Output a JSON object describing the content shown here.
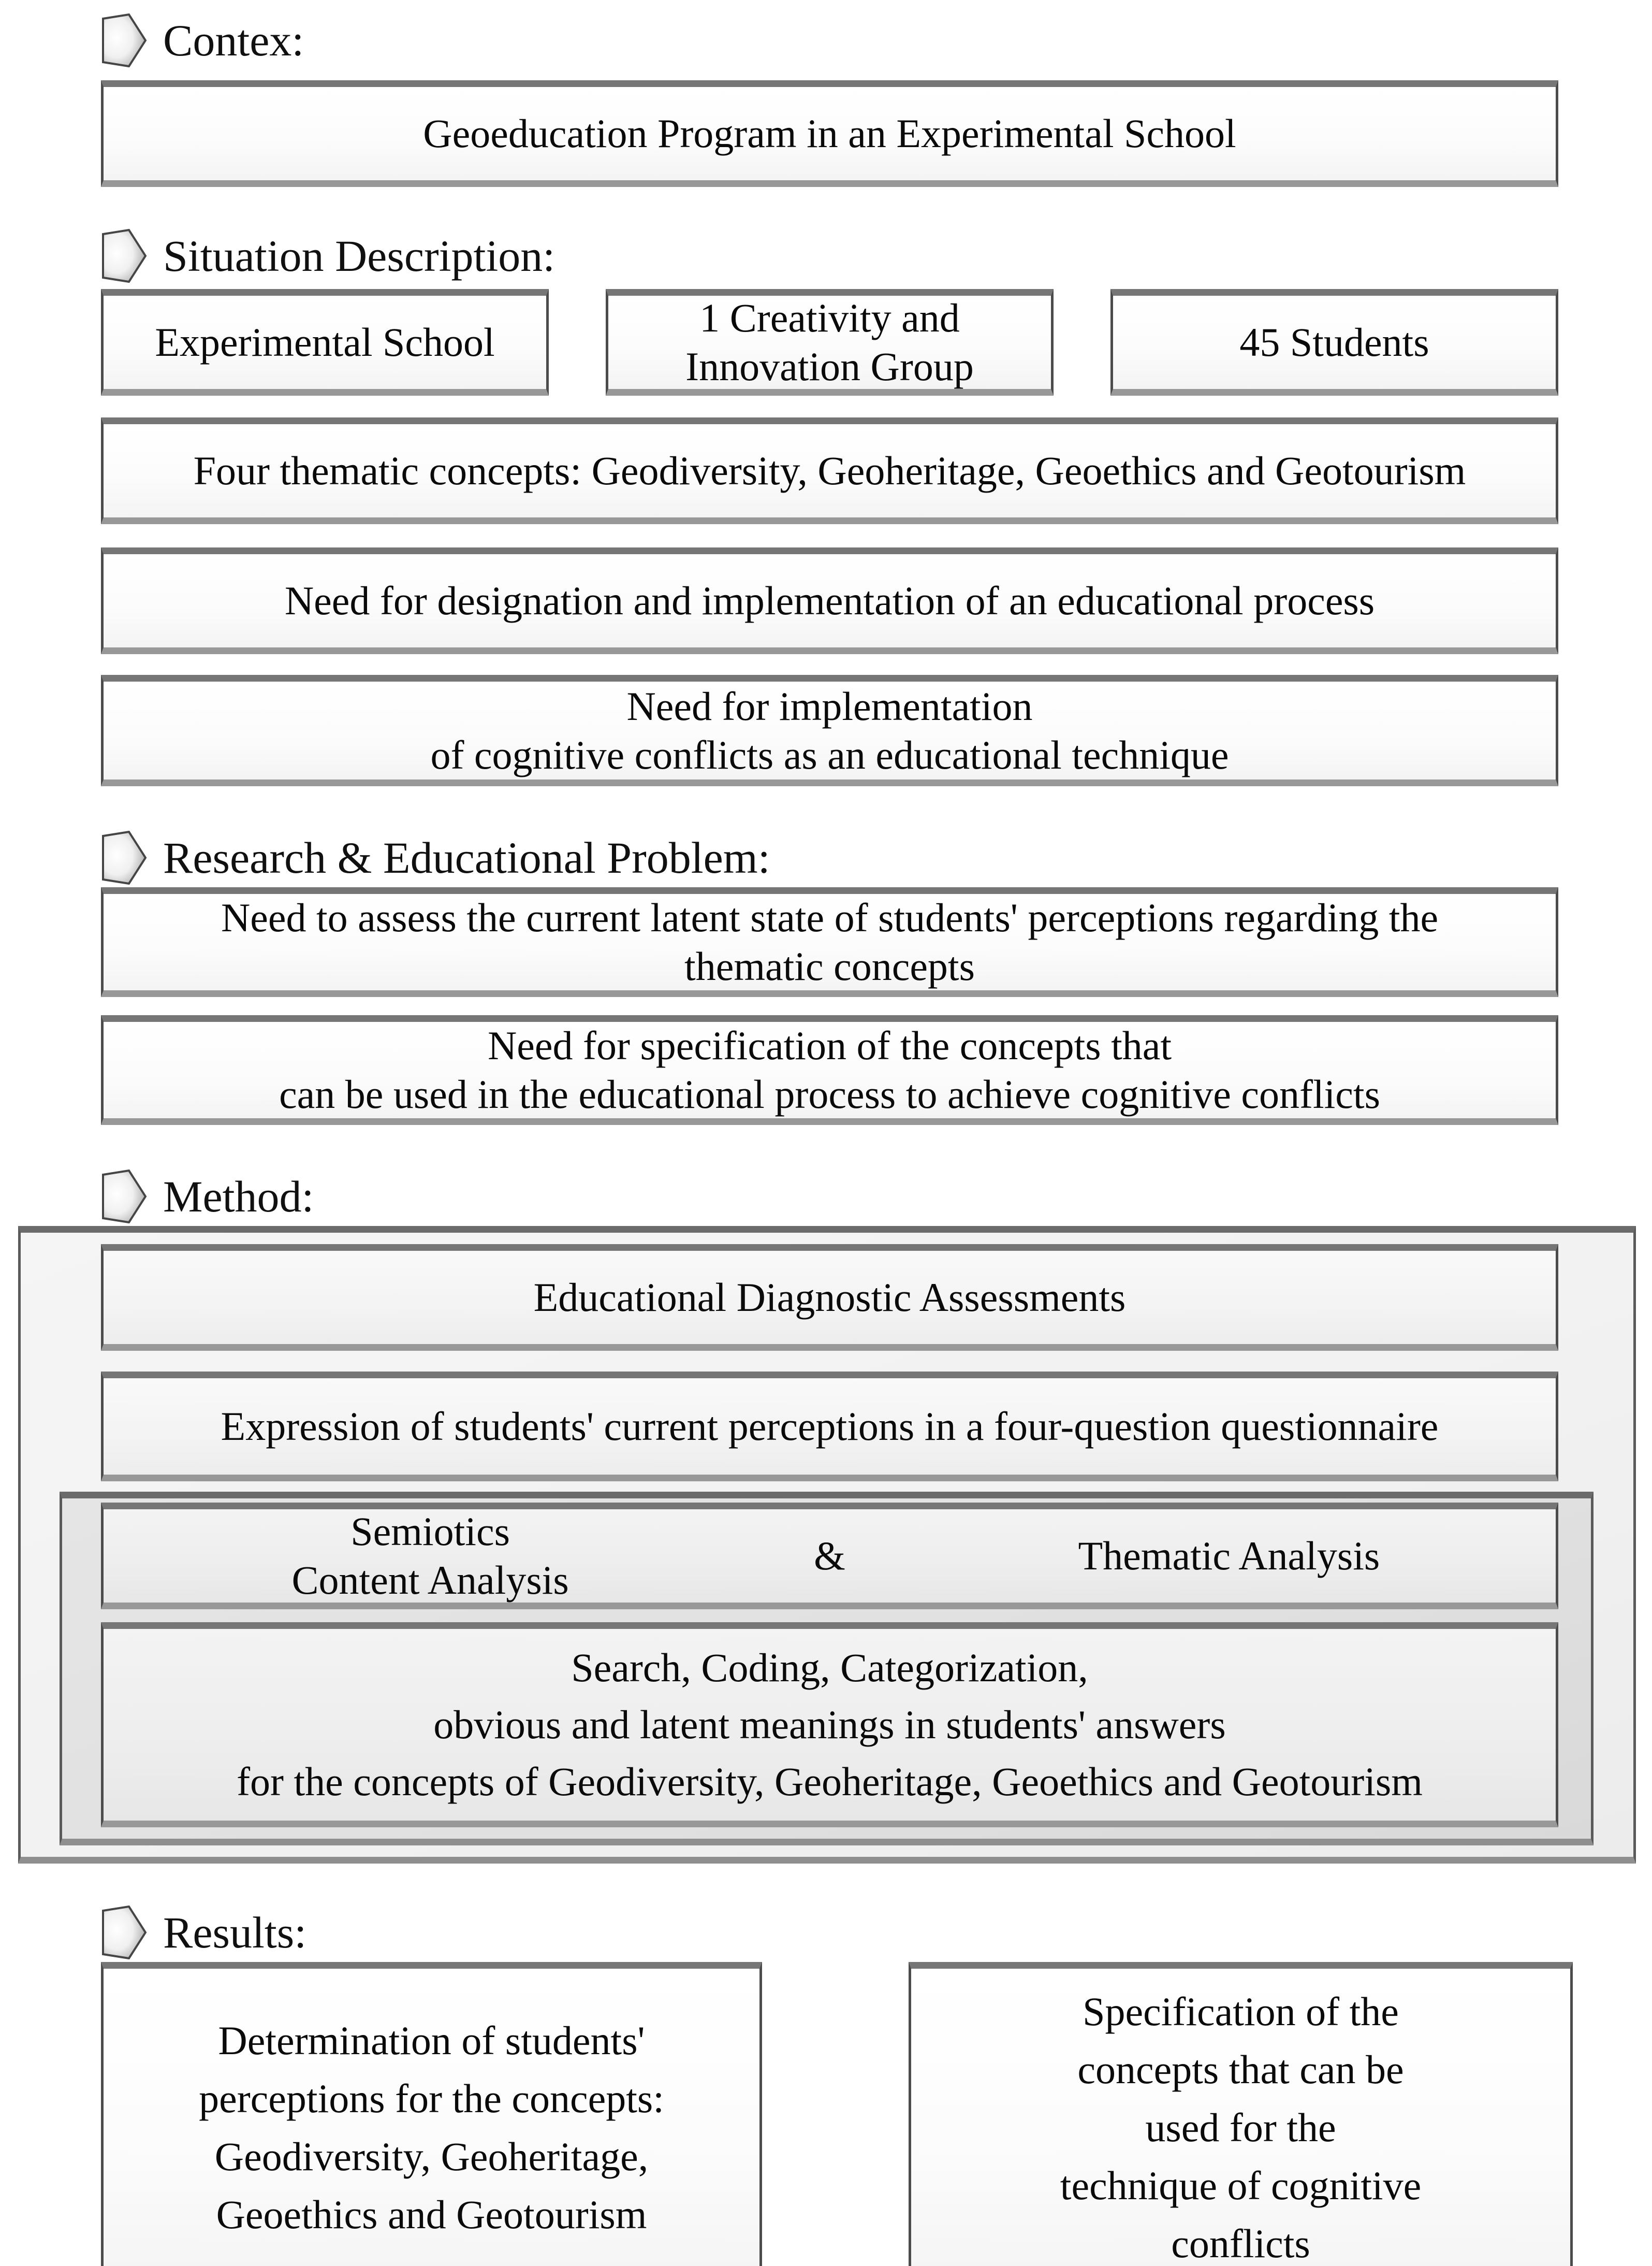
{
  "headings": {
    "context": "Contex:",
    "situation": "Situation Description:",
    "research": "Research & Educational Problem:",
    "method": "Method:",
    "results": "Results:"
  },
  "context": {
    "program": "Geoeducation Program in an Experimental School"
  },
  "situation": {
    "school": "Experimental School",
    "group_line1": "1 Creativity and",
    "group_line2": "Innovation Group",
    "students": "45 Students",
    "concepts": "Four thematic concepts: Geodiversity, Geoheritage, Geoethics and Geotourism",
    "need_designation": "Need for designation and implementation of an educational process",
    "need_implementation_line1": "Need for implementation",
    "need_implementation_line2": "of cognitive conflicts as an educational technique"
  },
  "research_problem": {
    "assess_line1": "Need to assess the current latent state of students' perceptions regarding the",
    "assess_line2": "thematic concepts",
    "specification_line1": "Need for specification of the concepts that",
    "specification_line2": "can be used in the educational process to achieve cognitive conflicts"
  },
  "method": {
    "assessments": "Educational Diagnostic Assessments",
    "expression": "Expression of students' current perceptions in a four-question questionnaire",
    "semiotics_line1": "Semiotics",
    "semiotics_line2": "Content Analysis",
    "ampersand": "&",
    "thematic": "Thematic Analysis",
    "search_line1": "Search, Coding, Categorization,",
    "search_line2": "obvious and latent meanings in students' answers",
    "search_line3": "for the concepts of Geodiversity, Geoheritage, Geoethics and Geotourism"
  },
  "results": {
    "left_line1": "Determination of students'",
    "left_line2": "perceptions for the concepts:",
    "left_line3": "Geodiversity, Geoheritage,",
    "left_line4": "Geoethics and Geotourism",
    "right_line1": "Specification of the",
    "right_line2": "concepts that can be",
    "right_line3": "used for the",
    "right_line4": "technique of cognitive",
    "right_line5": "conflicts"
  }
}
